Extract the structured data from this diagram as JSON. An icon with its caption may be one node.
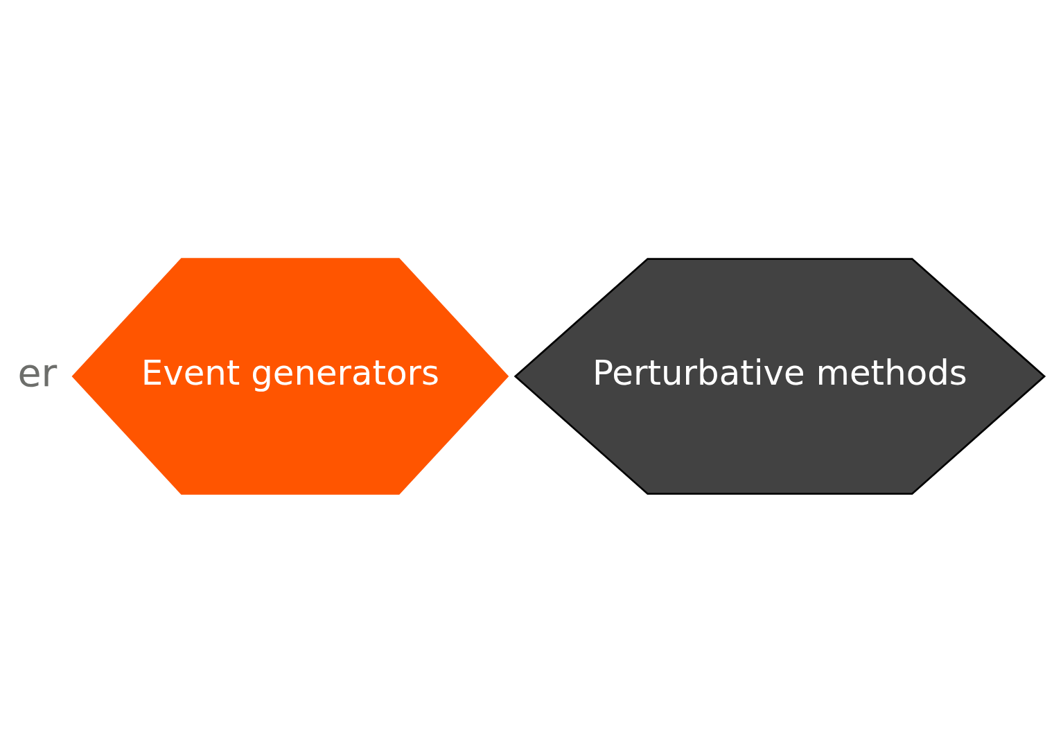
{
  "diagram": {
    "nodes": [
      {
        "text": [
          "Event generators"
        ]
      },
      {
        "text": [
          "Perturbative methods"
        ]
      }
    ],
    "edges": [],
    "labels": [
      "er"
    ]
  }
}
